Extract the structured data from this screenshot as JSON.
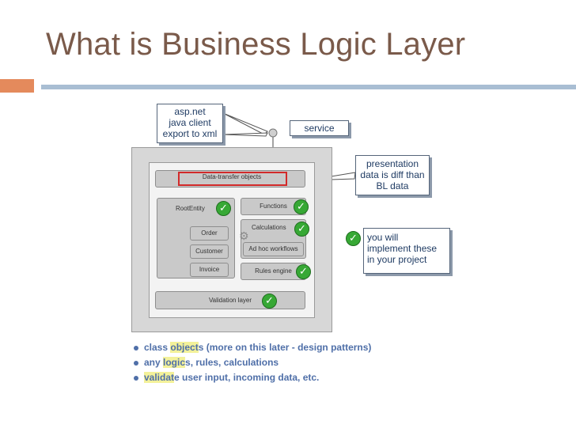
{
  "slide": {
    "title": "What is Business Logic Layer"
  },
  "callouts": {
    "clients": [
      "asp.net",
      "java client",
      "export to xml"
    ],
    "service": "service",
    "presentation": [
      "presentation",
      "data is diff than",
      "BL data"
    ],
    "implement": [
      "you will",
      "implement these",
      "in your project"
    ]
  },
  "diagram": {
    "data_transfer": "Data-transfer objects",
    "root_entity": "RootEntity",
    "order": "Order",
    "customer": "Customer",
    "invoice": "Invoice",
    "functions": "Functions",
    "calculations": "Calculations",
    "ad_hoc": "Ad hoc workflows",
    "rules_engine": "Rules engine",
    "validation": "Validation layer"
  },
  "icons": {
    "check": "check-icon"
  },
  "colors": {
    "check": "#37a835",
    "highlight": "#f3f19a",
    "bullet_text": "#4f6fa8"
  },
  "bullets": [
    {
      "pre": "class ",
      "hl": "object",
      "post": "s (more on this later - design patterns)"
    },
    {
      "pre": "any ",
      "hl": "logic",
      "post": "s, rules, calculations"
    },
    {
      "pre": "",
      "hl": "validat",
      "post": "e user input, incoming data, etc."
    }
  ]
}
